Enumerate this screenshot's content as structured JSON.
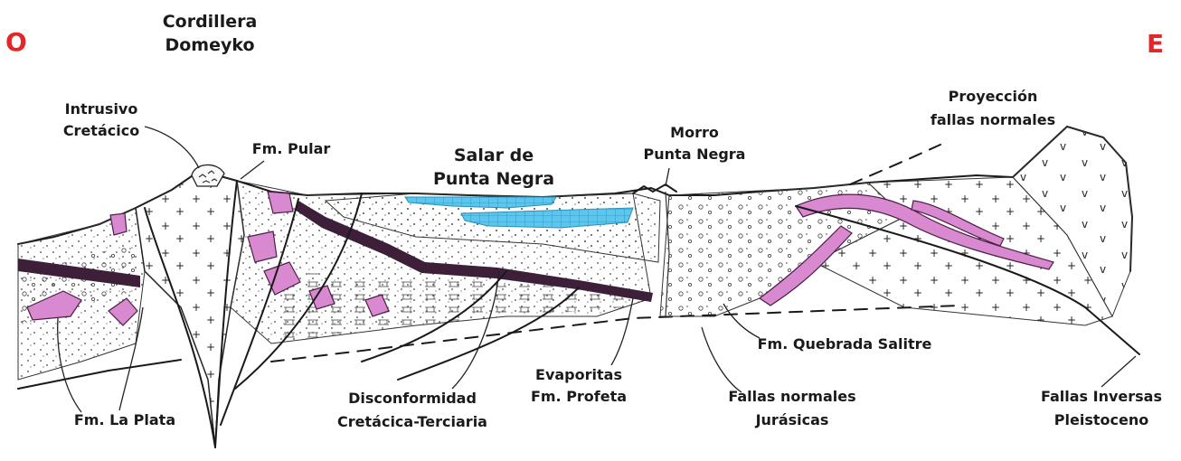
{
  "directions": {
    "west": "O",
    "east": "E"
  },
  "labels": {
    "cordillera_line1": "Cordillera",
    "cordillera_line2": "Domeyko",
    "intrusivo_line1": "Intrusivo",
    "intrusivo_line2": "Cretácico",
    "fm_pular": "Fm. Pular",
    "salar_line1": "Salar de",
    "salar_line2": "Punta Negra",
    "morro_line1": "Morro",
    "morro_line2": "Punta Negra",
    "proyeccion_line1": "Proyección",
    "proyeccion_line2": "fallas normales",
    "fm_quebrada_salitre": "Fm. Quebrada Salitre",
    "evaporitas_line1": "Evaporitas",
    "evaporitas_line2": "Fm. Profeta",
    "disconformidad_line1": "Disconformidad",
    "disconformidad_line2": "Cretácica-Terciaria",
    "fallas_normales_line1": "Fallas normales",
    "fallas_normales_line2": "Jurásicas",
    "fallas_inversas_line1": "Fallas Inversas",
    "fallas_inversas_line2": "Pleistoceno",
    "fm_la_plata": "Fm. La Plata"
  },
  "colors": {
    "direction_label": "#e3262a",
    "salar_water": "#5cc6ee",
    "volcanic_unit": "#d889cf",
    "disconformity_band": "#3d1f3a"
  }
}
